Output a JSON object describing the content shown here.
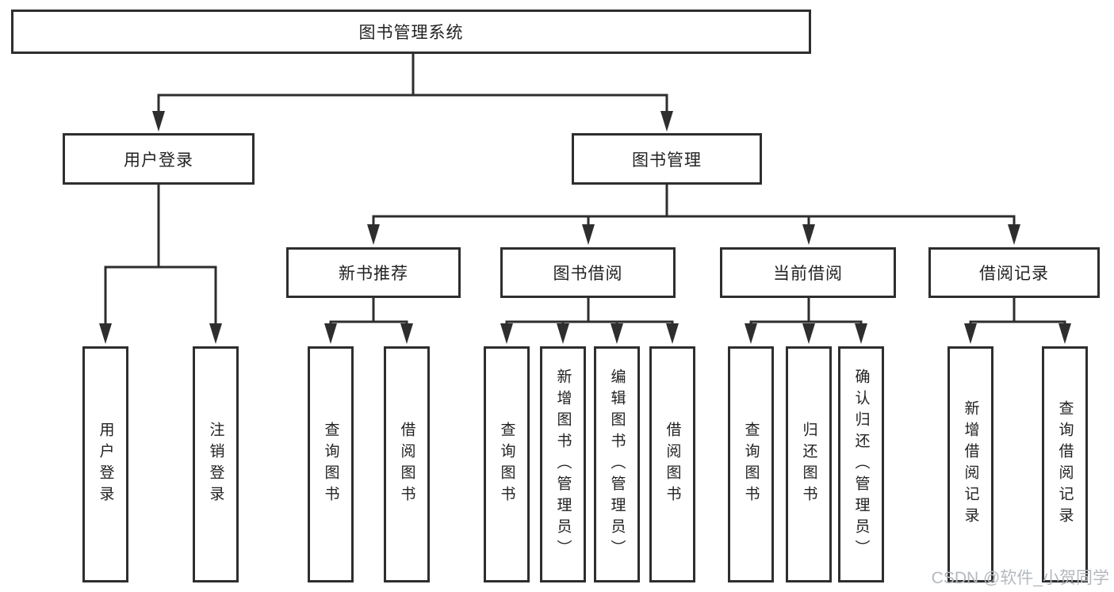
{
  "tree": {
    "label": "图书管理系统",
    "children": [
      {
        "label": "用户登录",
        "children": [
          {
            "label": "用户登录"
          },
          {
            "label": "注销登录"
          }
        ]
      },
      {
        "label": "图书管理",
        "children": [
          {
            "label": "新书推荐",
            "children": [
              {
                "label": "查询图书"
              },
              {
                "label": "借阅图书"
              }
            ]
          },
          {
            "label": "图书借阅",
            "children": [
              {
                "label": "查询图书"
              },
              {
                "label": "新增图书（管理员）"
              },
              {
                "label": "编辑图书（管理员）"
              },
              {
                "label": "借阅图书"
              }
            ]
          },
          {
            "label": "当前借阅",
            "children": [
              {
                "label": "查询图书"
              },
              {
                "label": "归还图书"
              },
              {
                "label": "确认归还（管理员）"
              }
            ]
          },
          {
            "label": "借阅记录",
            "children": [
              {
                "label": "新增借阅记录"
              },
              {
                "label": "查询借阅记录"
              }
            ]
          }
        ]
      }
    ]
  },
  "watermark": {
    "text": "CSDN @软件_小贺同学",
    "color": "#b4b9be"
  },
  "colors": {
    "background": "#ffffff",
    "box_border": "#2e2e2e",
    "connector": "#2e2e2e",
    "label_text": "#222222"
  }
}
